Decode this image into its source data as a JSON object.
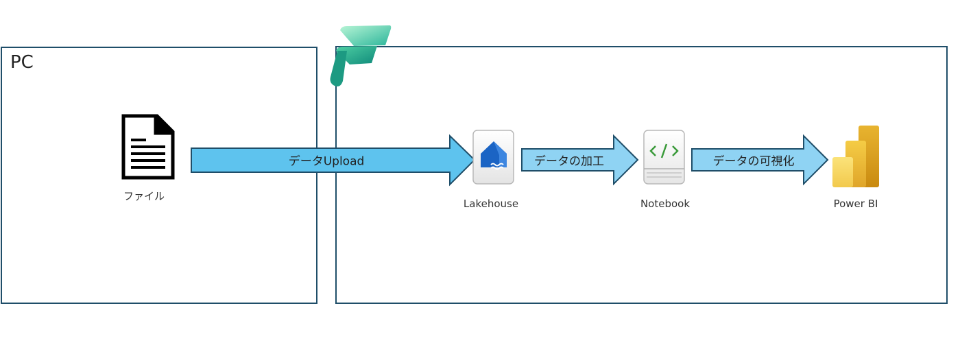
{
  "pc": {
    "title": "PC"
  },
  "file": {
    "label": "ファイル",
    "icon": "document-icon"
  },
  "fabric": {
    "icon": "microsoft-fabric-logo"
  },
  "arrows": {
    "upload": "データUpload",
    "transform": "データの加工",
    "visualize": "データの可視化"
  },
  "nodes": {
    "lakehouse": {
      "label": "Lakehouse",
      "icon": "lakehouse-icon"
    },
    "notebook": {
      "label": "Notebook",
      "icon": "notebook-icon"
    },
    "powerbi": {
      "label": "Power BI",
      "icon": "powerbi-icon"
    }
  },
  "colors": {
    "frame_border": "#1f4e69",
    "arrow_fill": "#5ec3ee",
    "arrow_fill_light": "#8fd3f3",
    "arrow_stroke": "#1f4e69"
  }
}
